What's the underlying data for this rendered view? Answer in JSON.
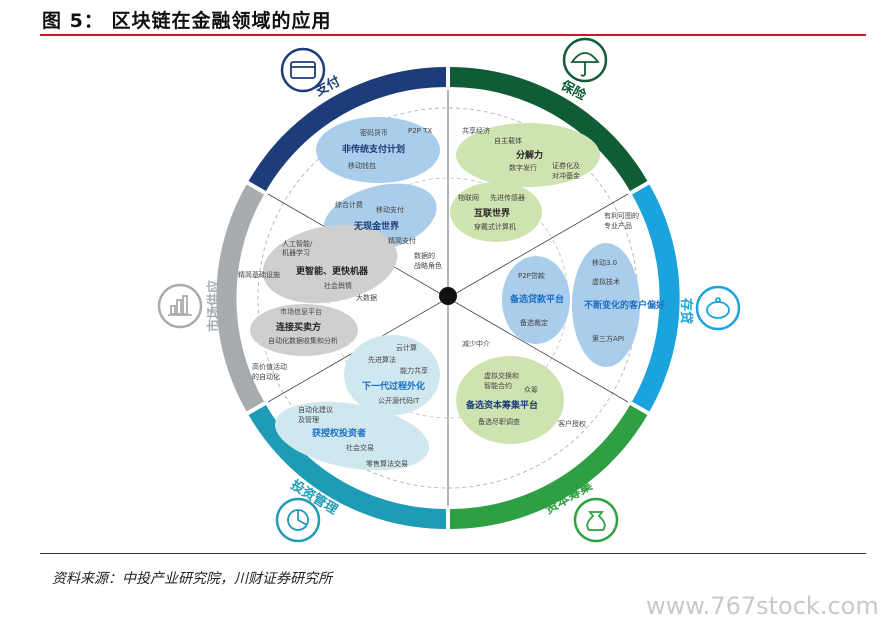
{
  "figure_title": "图 5：  区块链在金融领域的应用",
  "source_note": "资料来源：中投产业研究院，川财证券研究所",
  "watermark": "www.767stock.com",
  "colors": {
    "payment": "#1c3d7a",
    "insurance": "#0f5c36",
    "lending": "#1aa3dc",
    "funding": "#2ea043",
    "investment": "#1f9cb5",
    "supply": "#a9acae",
    "blue_blob": "#a9cdea",
    "green_blob": "#cfe3b1",
    "gray_blob": "#cfcfcf",
    "cyan_blob": "#cfe7ee",
    "blue_text": "#1a6fc4",
    "dark_text": "#1c3d7a"
  },
  "sectors": [
    {
      "key": "payment",
      "label": "支付",
      "icon": "credit-card-icon"
    },
    {
      "key": "insurance",
      "label": "保险",
      "icon": "umbrella-icon"
    },
    {
      "key": "lending",
      "label": "存贷",
      "icon": "piggy-bank-icon"
    },
    {
      "key": "funding",
      "label": "资本筹集",
      "icon": "money-bag-icon"
    },
    {
      "key": "investment",
      "label": "投资管理",
      "icon": "pie-chart-icon"
    },
    {
      "key": "supply",
      "label": "市场供应",
      "icon": "bar-chart-icon"
    }
  ],
  "clusters": {
    "non_traditional_payment": {
      "title": "非传统支付计划",
      "items": [
        "密码货币",
        "P2P TX",
        "移动钱包"
      ]
    },
    "cashless_world": {
      "title": "无现金世界",
      "items": [
        "综合计费",
        "移动支付",
        "精简支付"
      ]
    },
    "decomposition": {
      "title": "分解力",
      "items": [
        "共享经济",
        "自主载体",
        "数字发行",
        "证券化及",
        "对冲基金"
      ]
    },
    "connected_world": {
      "title": "互联世界",
      "items": [
        "物联网",
        "先进传感器",
        "穿戴式计算机"
      ]
    },
    "smarter_machines": {
      "title": "更智能、更快机器",
      "items": [
        "人工智能/",
        "机器学习",
        "精简基础设施",
        "社会舆情",
        "大数据"
      ]
    },
    "connecting_buyers_sellers": {
      "title": "连接买卖方",
      "items": [
        "市场信息平台",
        "自动化数据收集和分析",
        "高价值活动",
        "的自动化"
      ]
    },
    "alternative_lending": {
      "title": "备选贷款平台",
      "items": [
        "P2P贷款",
        "备选裁定"
      ]
    },
    "changing_preferences": {
      "title": "不断变化的客户偏好",
      "items": [
        "移动3.0",
        "虚拟技术",
        "第三方API"
      ]
    },
    "next_gen_process": {
      "title": "下一代过程外化",
      "items": [
        "云计算",
        "先进算法",
        "能力共享",
        "公开源代码IT"
      ]
    },
    "alternative_funding": {
      "title": "备选资本筹集平台",
      "items": [
        "虚拟交换和",
        "智能合约",
        "众筹",
        "备选尽职调查"
      ]
    },
    "empowered_investors": {
      "title": "获授权投资者",
      "items": [
        "自动化建议",
        "及管理",
        "社会交易",
        "零售算法交易"
      ]
    }
  },
  "floating_labels": {
    "data_strategy": "数据的",
    "data_strategy_2": "战略角色",
    "profitable": "有利可图的",
    "profitable_2": "专业产品",
    "reduce_middlemen": "减少中介",
    "customer_authorization": "客户授权"
  }
}
